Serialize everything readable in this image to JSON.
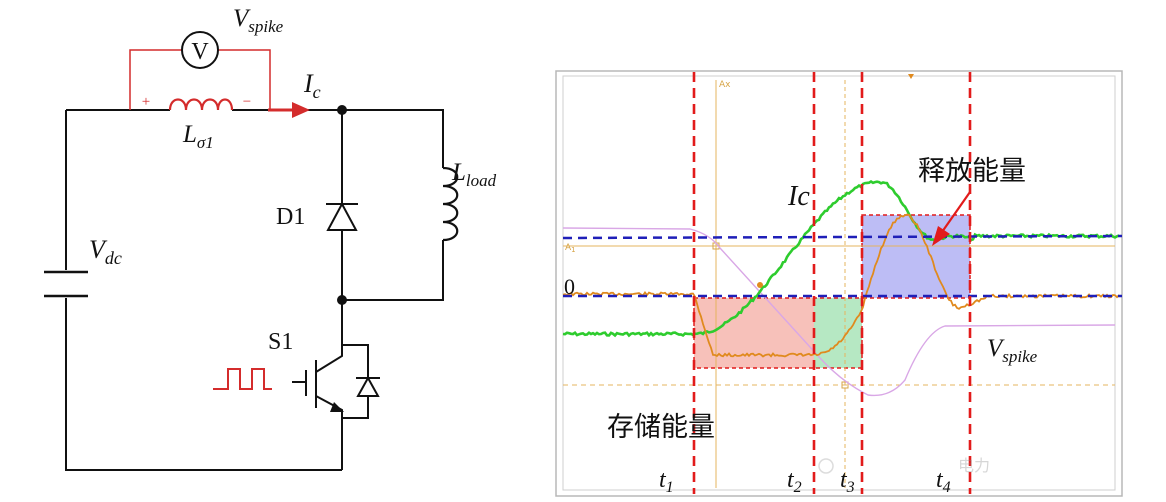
{
  "circuit": {
    "voltmeter_symbol": "V",
    "vspike_label": "V",
    "vspike_sub": "spike",
    "plus_sign": "+",
    "minus_sign": "−",
    "ic_label": "I",
    "ic_sub": "c",
    "lsigma_label": "L",
    "lsigma_sub": "σ1",
    "lload_label": "L",
    "lload_sub": "load",
    "d1_label": "D1",
    "vdc_label": "V",
    "vdc_sub": "dc",
    "s1_label": "S1"
  },
  "scope": {
    "zero_label": "0",
    "ic_label": "Ic",
    "release_energy_label": "释放能量",
    "store_energy_label": "存储能量",
    "vspike_label": "V",
    "vspike_sub": "spike",
    "cursor_ax_label": "Ax",
    "cursor_a1_label": "A",
    "cursor_a1_sub": "1",
    "time_markers": [
      {
        "t": "t",
        "sub": "1"
      },
      {
        "t": "t",
        "sub": "2"
      },
      {
        "t": "t",
        "sub": "3"
      },
      {
        "t": "t",
        "sub": "4"
      }
    ],
    "watermark_text": "电力"
  },
  "colors": {
    "circuit_wire": "#111111",
    "meter_red": "#d42c2c",
    "dash_red": "#e21b1b",
    "dash_blue": "#1f1fb8",
    "trace_green": "#2ecc2e",
    "trace_orange": "#e08a1e",
    "trace_violet": "#d9a7e6",
    "store_fill": "#f6b6ae",
    "green_fill": "#a9e4b9",
    "release_fill": "#b2b2f3"
  }
}
